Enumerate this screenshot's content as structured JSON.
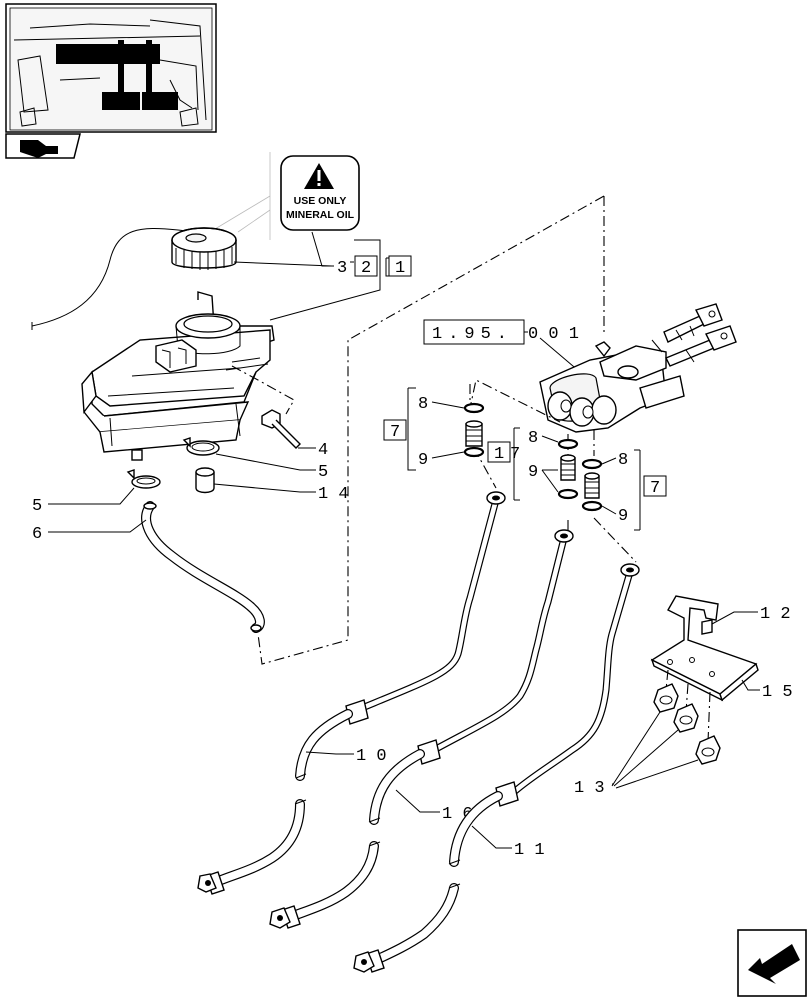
{
  "warning_label": {
    "line1": "USE ONLY",
    "line2": "MINERAL OIL"
  },
  "reference": {
    "prefix": "1.95.",
    "suffix": "0 0 1"
  },
  "callouts": {
    "c1": "1",
    "c2": "2",
    "c3": "3",
    "c4": "4",
    "c5a": "5",
    "c5b": "5",
    "c6": "6",
    "c7a": "7",
    "c7b": "7",
    "c8a": "8",
    "c8b": "8",
    "c8c": "8",
    "c9a": "9",
    "c9b": "9",
    "c9c": "9",
    "c10": "1 0",
    "c11": "1 1",
    "c12": "1 2",
    "c13": "1 3",
    "c14": "1 4",
    "c15": "1 5",
    "c16": "1 6",
    "c17": "1 7"
  }
}
